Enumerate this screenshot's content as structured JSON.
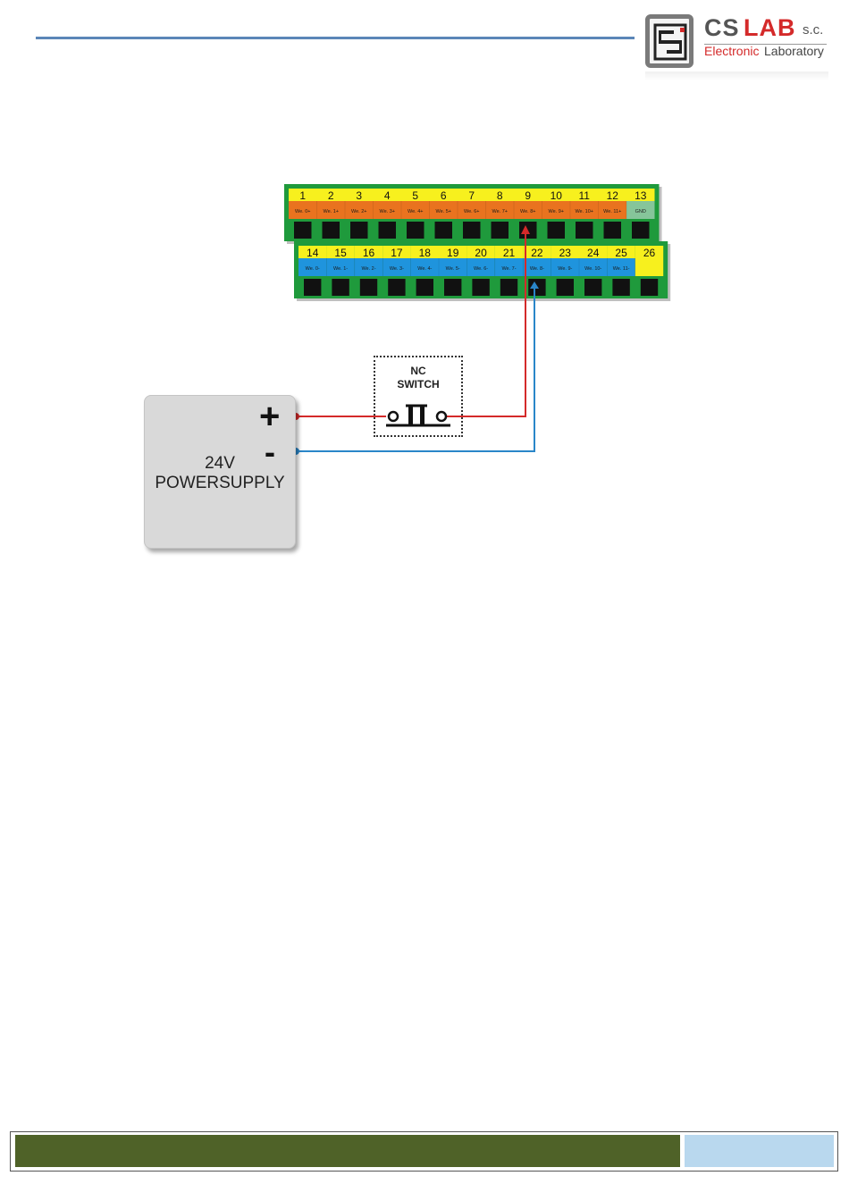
{
  "logo": {
    "cs": "CS",
    "lab": "LAB",
    "suffix": "s.c.",
    "electronic": "Electronic",
    "laboratory": "Laboratory"
  },
  "top_row": {
    "numbers": [
      "1",
      "2",
      "3",
      "4",
      "5",
      "6",
      "7",
      "8",
      "9",
      "10",
      "11",
      "12",
      "13"
    ],
    "labels": [
      "We. 0+",
      "We. 1+",
      "We. 2+",
      "We. 3+",
      "We. 4+",
      "We. 5+",
      "We. 6+",
      "We. 7+",
      "We. 8+",
      "We. 9+",
      "We. 10+",
      "We. 11+",
      "GND"
    ]
  },
  "bottom_row": {
    "numbers": [
      "14",
      "15",
      "16",
      "17",
      "18",
      "19",
      "20",
      "21",
      "22",
      "23",
      "24",
      "25",
      "26"
    ],
    "labels": [
      "We. 0-",
      "We. 1-",
      "We. 2-",
      "We. 3-",
      "We. 4-",
      "We. 5-",
      "We. 6-",
      "We. 7-",
      "We. 8-",
      "We. 9-",
      "We. 10-",
      "We. 11-",
      ""
    ]
  },
  "switch": {
    "line1": "NC",
    "line2": "SWITCH"
  },
  "power_supply": {
    "plus": "+",
    "minus": "-",
    "line1": "24V",
    "line2": "POWERSUPPLY"
  },
  "colors": {
    "header_rule": "#5b86b8",
    "terminal_green": "#1f9a3c",
    "number_yellow": "#f7f01e",
    "top_label_orange": "#e9731f",
    "bottom_label_blue": "#1f94dd",
    "gnd_green": "#86c59a",
    "wire_positive": "#d42a2a",
    "wire_negative": "#2a86c9",
    "footer_green": "#4f6228",
    "footer_blue": "#b9d8ee"
  }
}
